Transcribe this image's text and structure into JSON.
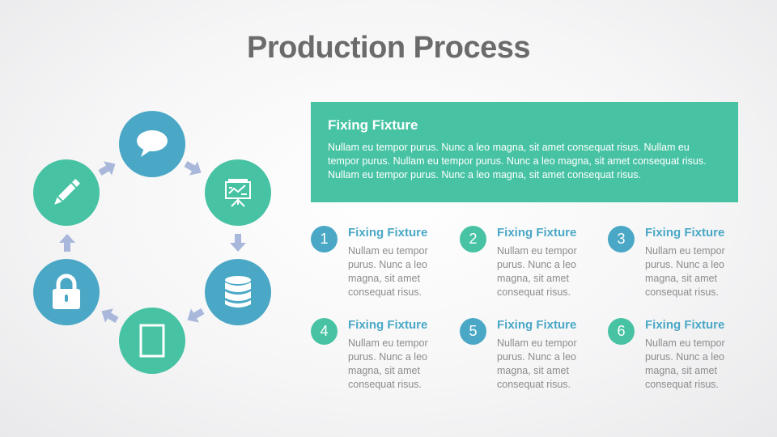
{
  "slide": {
    "title": "Production Process"
  },
  "cycle": {
    "nodes": [
      {
        "icon": "speech-bubble-icon",
        "color": "#4aa8c6"
      },
      {
        "icon": "presentation-board-icon",
        "color": "#47c3a4"
      },
      {
        "icon": "database-icon",
        "color": "#4aa8c6"
      },
      {
        "icon": "document-icon",
        "color": "#47c3a4"
      },
      {
        "icon": "padlock-icon",
        "color": "#4aa8c6"
      },
      {
        "icon": "pencil-icon",
        "color": "#47c3a4"
      }
    ],
    "arrow_color": "#a9b8da"
  },
  "banner": {
    "title": "Fixing Fixture",
    "text": "Nullam eu tempor purus. Nunc a leo magna, sit amet consequat risus. Nullam eu tempor purus. Nullam eu tempor purus. Nunc a leo magna, sit amet consequat risus. Nullam eu tempor purus. Nunc a leo magna, sit amet consequat risus."
  },
  "items": [
    {
      "number": "1",
      "title": "Fixing Fixture",
      "text": "Nullam eu tempor purus. Nunc a leo magna, sit amet consequat risus."
    },
    {
      "number": "2",
      "title": "Fixing Fixture",
      "text": "Nullam eu tempor purus. Nunc a leo magna, sit amet consequat risus."
    },
    {
      "number": "3",
      "title": "Fixing Fixture",
      "text": "Nullam eu tempor purus. Nunc a leo magna, sit amet consequat risus."
    },
    {
      "number": "4",
      "title": "Fixing Fixture",
      "text": "Nullam eu tempor purus. Nunc a leo magna, sit amet consequat risus."
    },
    {
      "number": "5",
      "title": "Fixing Fixture",
      "text": "Nullam eu tempor purus. Nunc a leo magna, sit amet consequat risus."
    },
    {
      "number": "6",
      "title": "Fixing Fixture",
      "text": "Nullam eu tempor purus. Nunc a leo magna, sit amet consequat risus."
    }
  ],
  "colors": {
    "accent_blue": "#4aa8c6",
    "accent_green": "#47c3a4",
    "title_gray": "#6b6b6b",
    "body_gray": "#8c8c8c"
  }
}
